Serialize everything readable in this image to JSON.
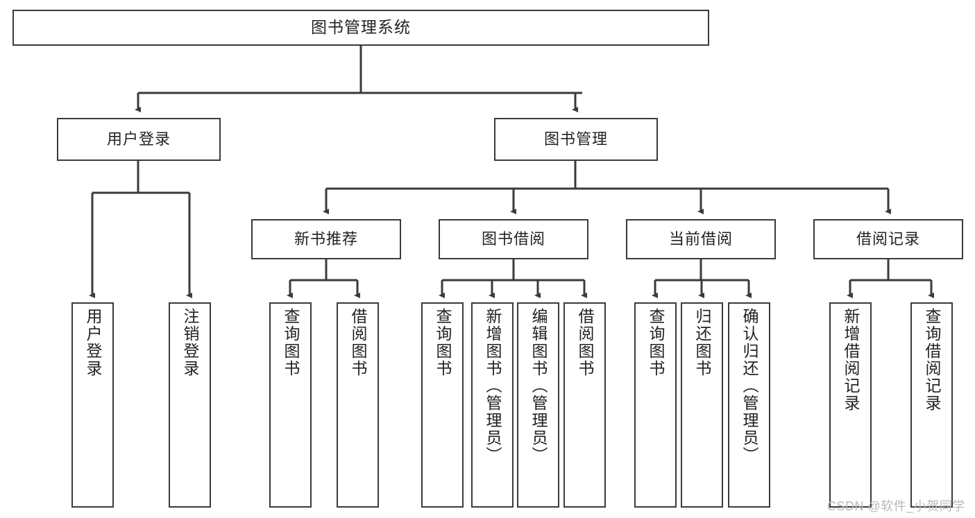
{
  "diagram": {
    "type": "tree-hierarchy",
    "title": "图书管理系统",
    "watermark": "CSDN @软件_小贺同学",
    "colors": {
      "stroke": "#3a3a3a",
      "box_fill": "#ffffff",
      "text": "#222222",
      "watermark": "#b9b9b9",
      "background": "#ffffff"
    },
    "nodes": {
      "root": {
        "label": "图书管理系统"
      },
      "level2": [
        {
          "label": "用户登录"
        },
        {
          "label": "图书管理"
        }
      ],
      "level3": [
        {
          "label": "新书推荐"
        },
        {
          "label": "图书借阅"
        },
        {
          "label": "当前借阅"
        },
        {
          "label": "借阅记录"
        }
      ],
      "leaves": {
        "user_login": [
          {
            "label": "用户登录"
          },
          {
            "label": "注销登录"
          }
        ],
        "new_book_recommend": [
          {
            "label": "查询图书"
          },
          {
            "label": "借阅图书"
          }
        ],
        "book_borrow": [
          {
            "label": "查询图书"
          },
          {
            "label": "新增图书（管理员）"
          },
          {
            "label": "编辑图书（管理员）"
          },
          {
            "label": "借阅图书"
          }
        ],
        "current_borrow": [
          {
            "label": "查询图书"
          },
          {
            "label": "归还图书"
          },
          {
            "label": "确认归还（管理员）"
          }
        ],
        "borrow_record": [
          {
            "label": "新增借阅记录"
          },
          {
            "label": "查询借阅记录"
          }
        ]
      }
    }
  }
}
